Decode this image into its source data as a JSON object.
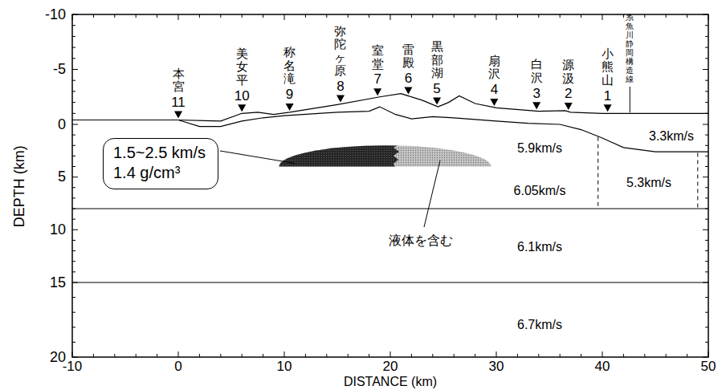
{
  "diagram": {
    "nodes": [
      {
        "text": [
          "1.5~2.5 km/s",
          "1.4 g/cm³"
        ]
      }
    ],
    "labels": [
      "-10",
      "-5",
      "0",
      "5",
      "10",
      "15",
      "20",
      "-10",
      "0",
      "10",
      "20",
      "30",
      "40",
      "50",
      "DEPTH (km)",
      "DISTANCE (km)",
      "本宮",
      "11",
      "美女平",
      "10",
      "称名滝",
      "9",
      "弥陀ヶ原",
      "8",
      "室堂",
      "7",
      "雷殿",
      "6",
      "黒部湖",
      "5",
      "扇沢",
      "4",
      "白沢",
      "3",
      "源汲",
      "2",
      "小熊山",
      "1",
      "糸魚川静岡構造線",
      "5.9km/s",
      "3.3km/s",
      "6.05km/s",
      "5.3km/s",
      "6.1km/s",
      "6.7km/s",
      "液体を含む"
    ]
  }
}
